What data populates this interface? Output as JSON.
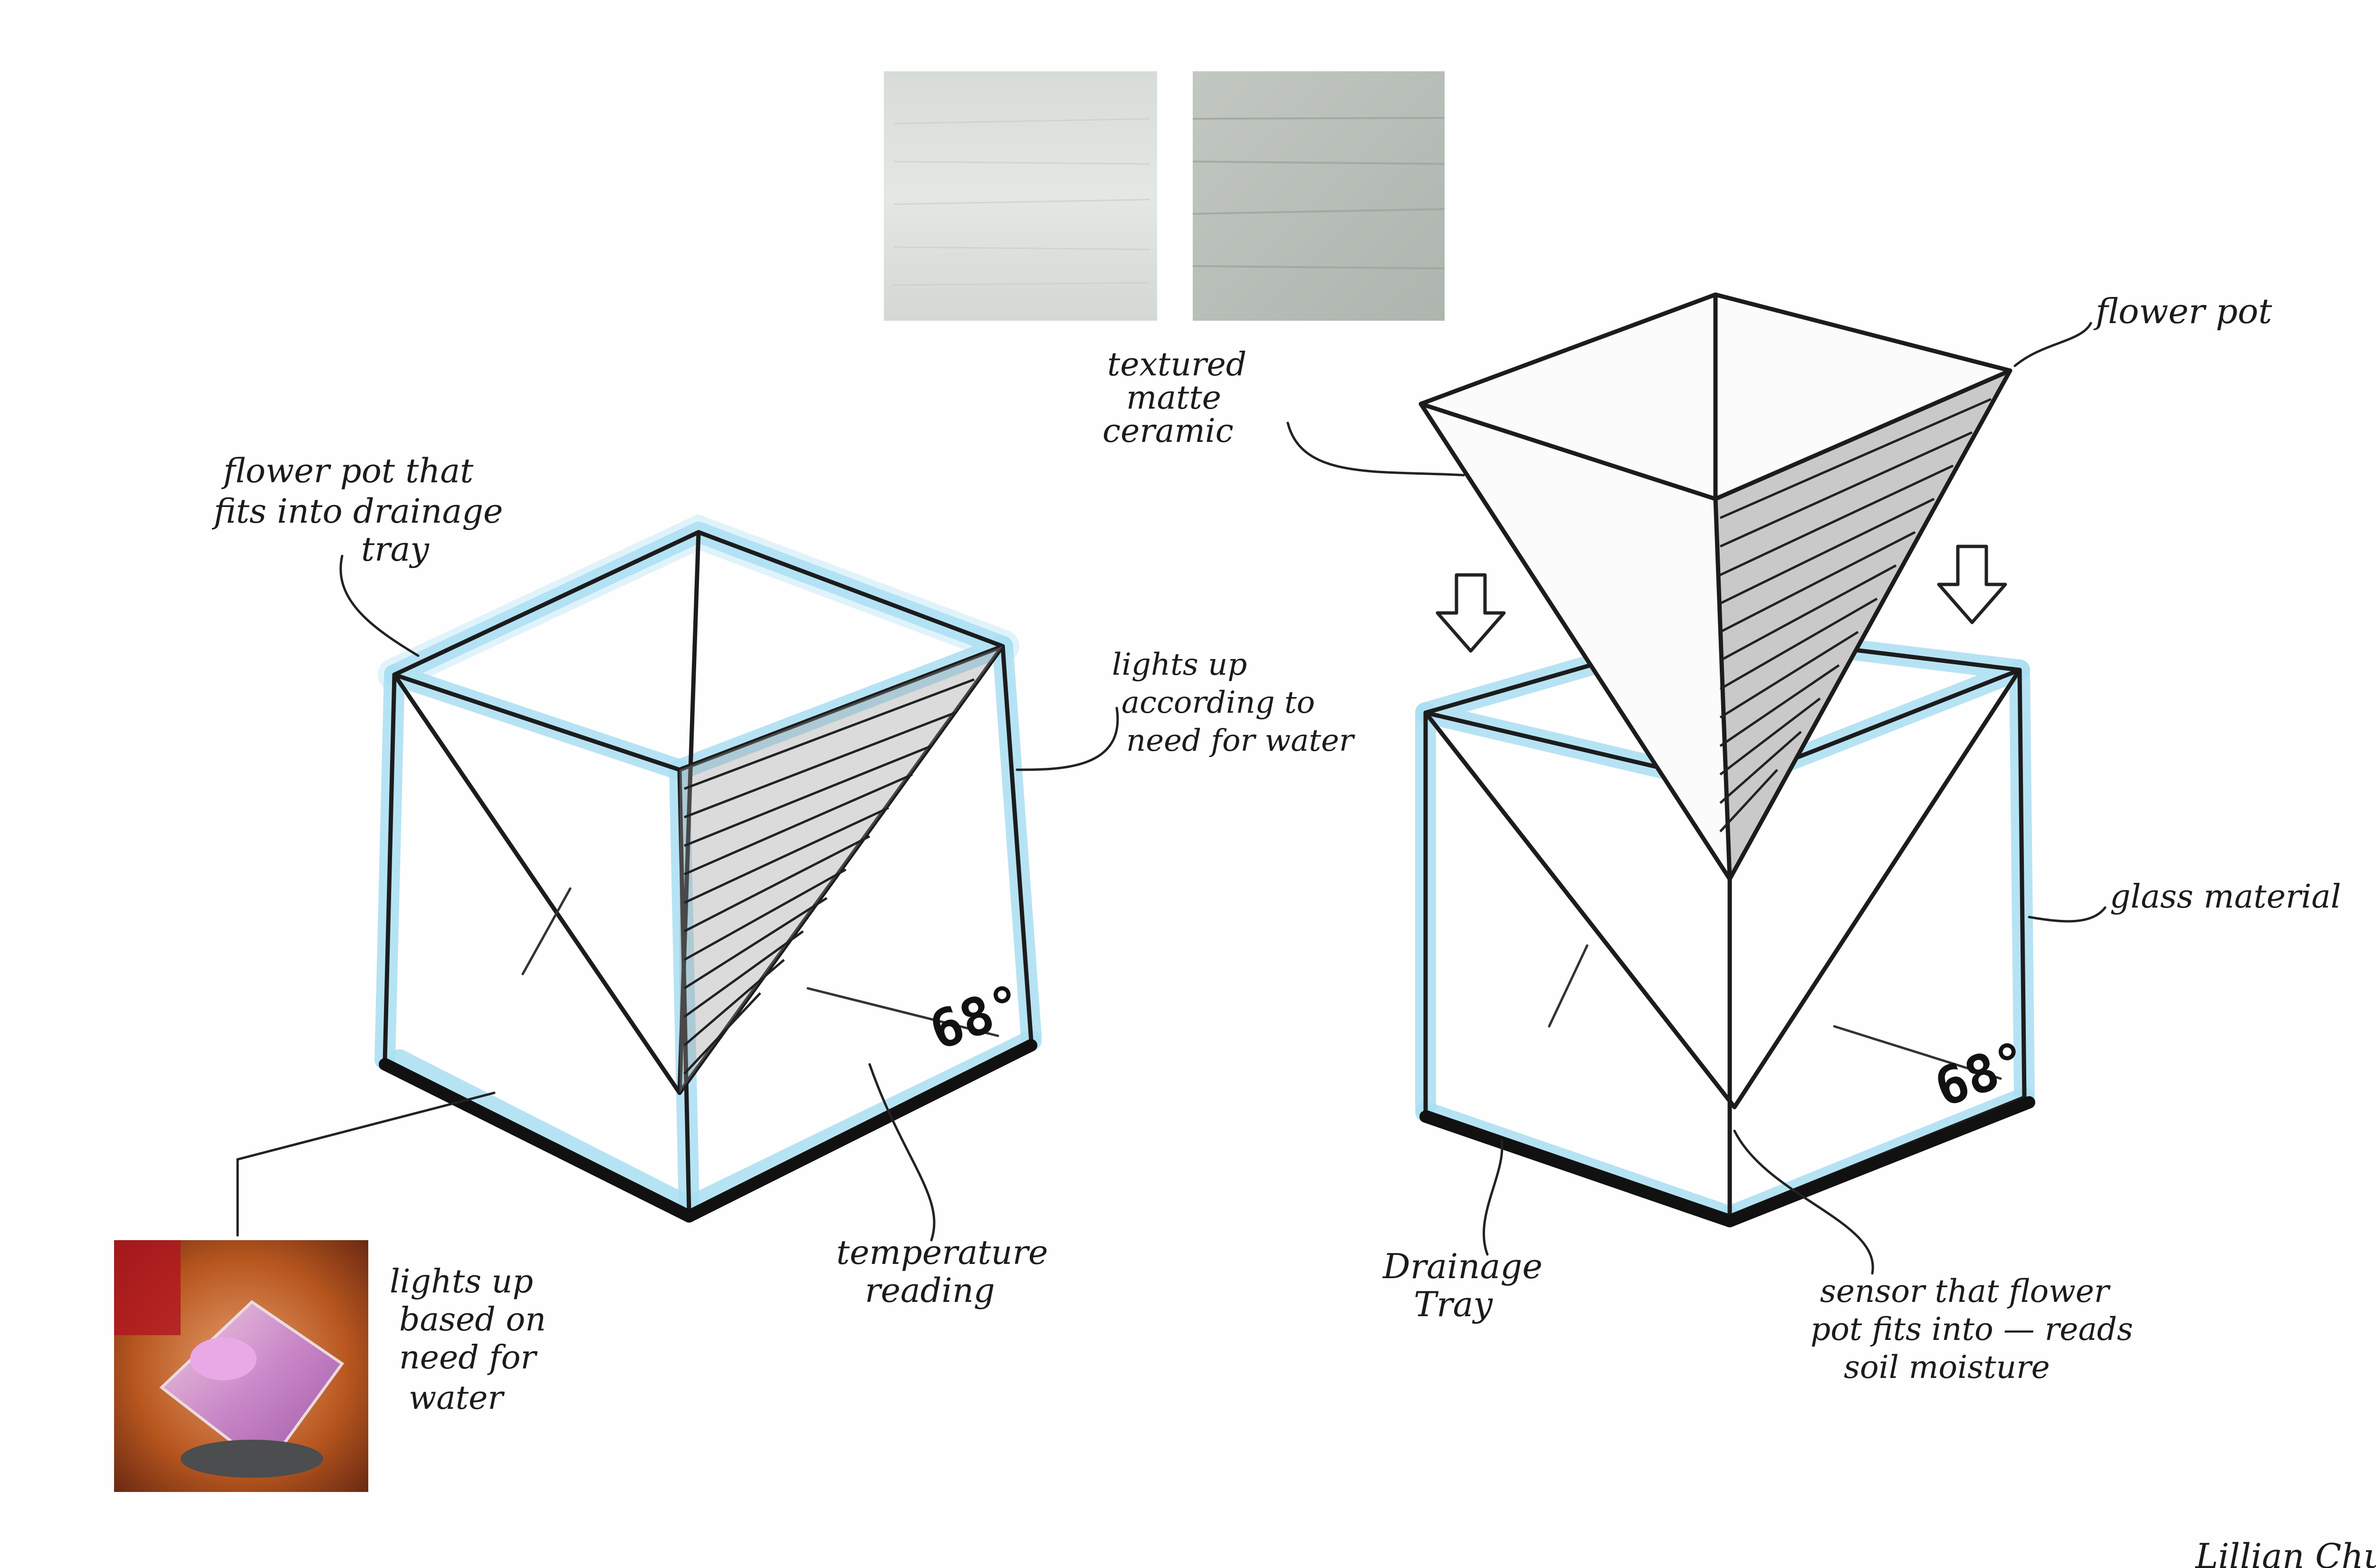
{
  "swatches": [
    "textured matte ceramic swatch (light)",
    "textured matte ceramic swatch (wood grain)"
  ],
  "left_sketch": {
    "note_top": [
      "flower pot that",
      "fits into drainage",
      "tray"
    ],
    "note_right": [
      "lights up",
      "according to",
      "need for water"
    ],
    "note_bottom": [
      "temperature",
      "reading"
    ],
    "display": "68°"
  },
  "photo_note": [
    "lights up",
    "based on",
    "need for",
    "water"
  ],
  "right_sketch": {
    "note_material": [
      "textured",
      "matte",
      "ceramic"
    ],
    "note_pot": "flower pot",
    "note_glass": "glass material",
    "note_tray": [
      "Drainage",
      "Tray"
    ],
    "note_sensor": [
      "sensor that flower",
      "pot fits into — reads",
      "soil moisture"
    ],
    "display": "68°"
  },
  "signature": "Lillian Chu",
  "colors": {
    "ink": "#1c1c1c",
    "glow": "#a9def2",
    "swatch_light": "#d9ded9",
    "swatch_dark": "#b9bfb8"
  }
}
